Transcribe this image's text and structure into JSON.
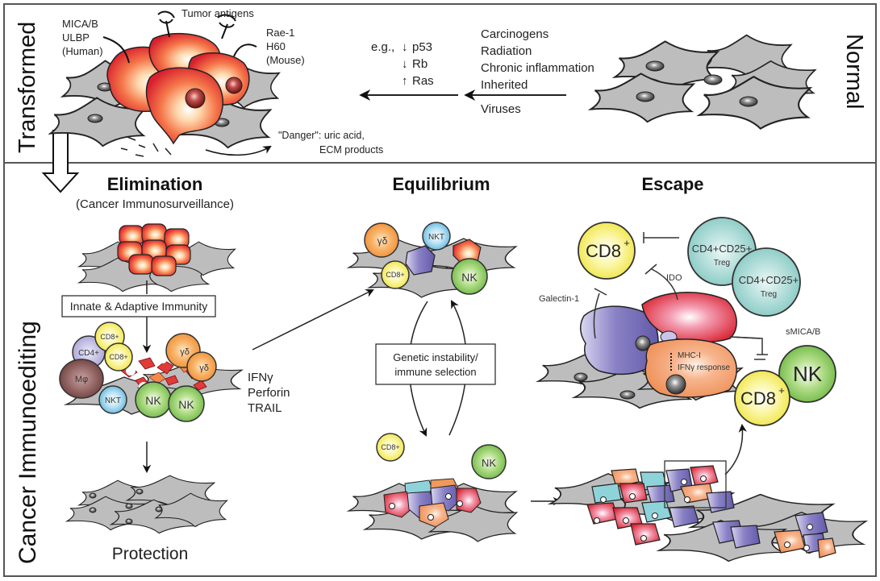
{
  "panels": {
    "top": {
      "side_left": "Transformed",
      "side_right": "Normal",
      "labels": {
        "mica": [
          "MICA/B",
          "ULBP",
          "(Human)"
        ],
        "tumor_antigens": "Tumor antigens",
        "rae": [
          "Rae-1",
          "H60",
          "(Mouse)"
        ],
        "danger": [
          "\"Danger\": uric acid,",
          "ECM products"
        ],
        "eg_prefix": "e.g.,",
        "genes": [
          {
            "dir": "↓",
            "name": "p53"
          },
          {
            "dir": "↓",
            "name": "Rb"
          },
          {
            "dir": "↑",
            "name": "Ras"
          }
        ],
        "causes": [
          "Carcinogens",
          "Radiation",
          "Chronic inflammation",
          "Inherited",
          "Viruses"
        ]
      }
    },
    "bottom": {
      "side_left": "Cancer Immunoediting",
      "phases": [
        {
          "title": "Elimination",
          "subtitle": "(Cancer Immunosurveillance)"
        },
        {
          "title": "Equilibrium",
          "subtitle": ""
        },
        {
          "title": "Escape",
          "subtitle": ""
        }
      ],
      "elimination": {
        "box": "Innate & Adaptive Immunity",
        "effectors": [
          "IFNγ",
          "Perforin",
          "TRAIL"
        ],
        "outcome": "Protection",
        "cells": {
          "cd8a": "CD8+",
          "cd4": "CD4+",
          "cd8b": "CD8+",
          "mo": "Mφ",
          "gd1": "γδ",
          "gd2": "γδ",
          "nkt": "NKT",
          "nk1": "NK",
          "nk2": "NK"
        }
      },
      "equilibrium": {
        "box": [
          "Genetic instability/",
          "immune selection"
        ],
        "cells": {
          "gd": "γδ",
          "nkt": "NKT",
          "cd8": "CD8+",
          "nk": "NK",
          "cd8_low": "CD8+",
          "nk_low": "NK"
        }
      },
      "escape": {
        "cd8_top": "CD8",
        "treg": [
          "CD4+CD25+",
          "Treg"
        ],
        "ido": "IDO",
        "galectin": "Galectin-1",
        "smica": "sMICA/B",
        "mhc": [
          "MHC-I",
          "IFNγ response"
        ],
        "nk": "NK",
        "cd8_bottom": "CD8"
      }
    }
  },
  "colors": {
    "tumor_red": "#d8202e",
    "tumor_glow": "#ffd6a8",
    "normal_cell": "#bdbdbd",
    "nucleus": "#555555",
    "cd8_yellow": "#f5ef5a",
    "nk_green": "#7cc24c",
    "nkt_blue": "#7ec8e8",
    "gd_orange": "#f5a04a",
    "cd4_lavender": "#b7b2de",
    "mphi_brown": "#7a4a48",
    "treg_teal": "#8ed1cc",
    "variant_purple": "#6e66b3",
    "variant_orange": "#f0995c",
    "variant_cyan": "#8fd3da",
    "frame": "#555555"
  }
}
